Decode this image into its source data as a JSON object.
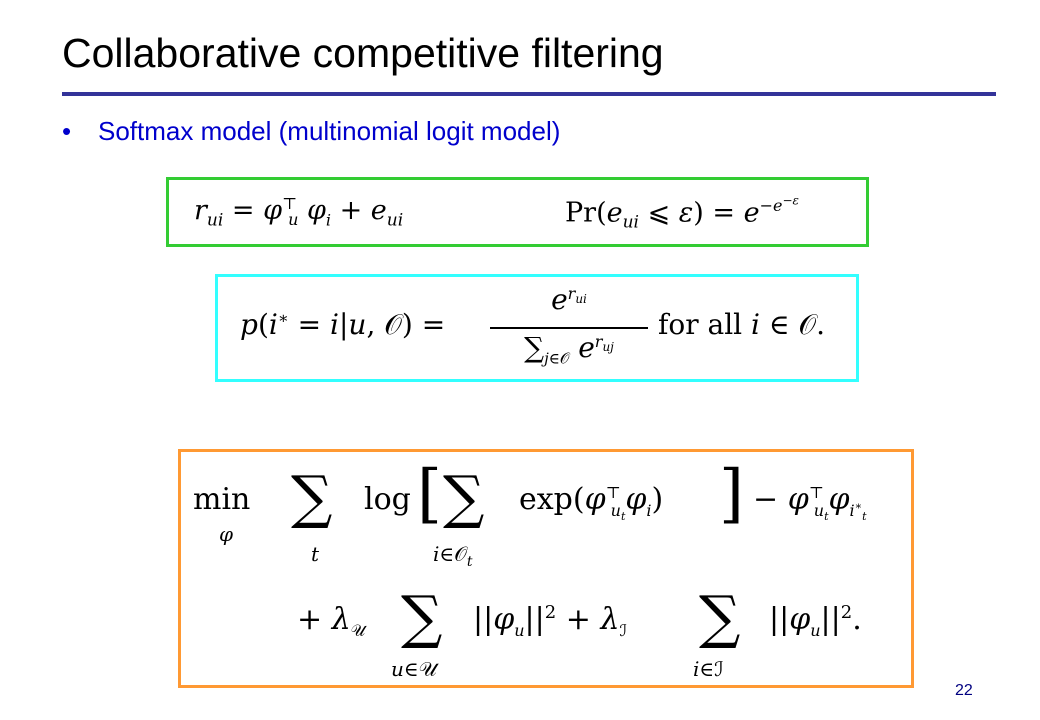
{
  "slide": {
    "title": "Collaborative competitive filtering",
    "bullet": "Softmax model (multinomial logit model)",
    "page_number": "22"
  },
  "equations": {
    "eq1_left": "r_ui = φ_u^⊤ φ_i + e_ui",
    "eq1_right": "Pr(e_ui ⩽ ε) = e^(−e^(−ε))",
    "eq2": "p(i* = i | u, O) = e^(r_ui) / Σ_{j∈O} e^(r_uj)  for all i ∈ O.",
    "eq3_line1": "min_φ Σ_t log[ Σ_{i∈O_t} exp(φ_{u_t}^⊤ φ_i) ] − φ_{u_t}^⊤ φ_{i_t^*}",
    "eq3_line2": "+ λ_U Σ_{u∈U} ||φ_u||^2 + λ_I Σ_{i∈I} ||φ_u||^2."
  },
  "colors": {
    "title": "#000000",
    "rule": "#333399",
    "bullet": "#0000CC",
    "box1_border": "#33CC33",
    "box2_border": "#33FFFF",
    "box3_border": "#FF9933",
    "page_number": "#000080"
  }
}
